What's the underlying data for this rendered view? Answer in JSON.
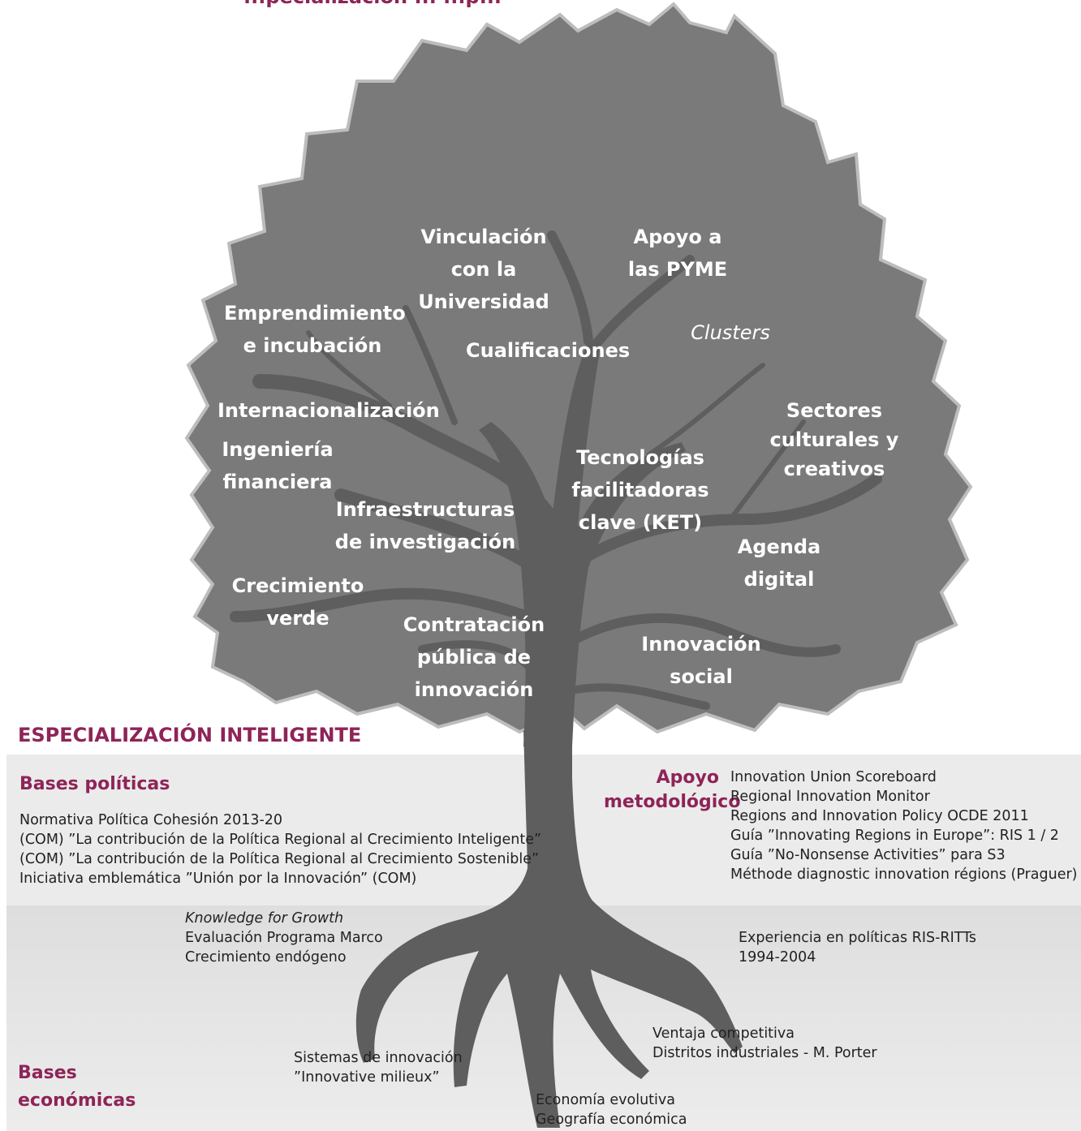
{
  "header_partial": "...pecialización ... ...p...",
  "tree_leaves": {
    "vinculacion": [
      "Vinculación",
      "con la",
      "Universidad"
    ],
    "apoyo_pyme": [
      "Apoyo a",
      "las PYME"
    ],
    "emprendimiento": [
      "Emprendimiento",
      "e incubación"
    ],
    "clusters": "Clusters",
    "cualificaciones": "Cualificaciones",
    "internacionalizacion": "Internacionalización",
    "sectores_culturales": [
      "Sectores",
      "culturales y",
      "creativos"
    ],
    "ingenieria": [
      "Ingeniería",
      "financiera"
    ],
    "tecnologias": [
      "Tecnologías",
      "facilitadoras",
      "clave (KET)"
    ],
    "infraestructuras": [
      "Infraestructuras",
      "de investigación"
    ],
    "agenda": [
      "Agenda",
      "digital"
    ],
    "crecimiento_verde": [
      "Crecimiento",
      "verde"
    ],
    "contratacion": [
      "Contratación",
      "pública de",
      "innovación"
    ],
    "innovacion_social": [
      "Innovación",
      "social"
    ]
  },
  "title": "ESPECIALIZACIÓN INTELIGENTE",
  "bases_politicas": {
    "heading": "Bases políticas",
    "items": [
      "Normativa Política Cohesión 2013-20",
      "(COM) ”La contribución de la Política Regional al Crecimiento Inteligente”",
      "(COM) ”La contribución de la Política Regional al Crecimiento Sostenible”",
      "Iniciativa emblemática ”Unión por la Innovación” (COM)"
    ]
  },
  "apoyo_metodologico": {
    "heading": [
      "Apoyo",
      "metodológico"
    ],
    "items": [
      "Innovation Union Scoreboard",
      "Regional Innovation Monitor",
      "Regions and Innovation Policy OCDE 2011",
      "Guía ”Innovating Regions in Europe”: RIS 1 / 2",
      "Guía ”No-Nonsense Activities” para S3",
      "Méthode diagnostic innovation régions (Praguer)"
    ]
  },
  "bases_economicas": {
    "heading": [
      "Bases",
      "económicas"
    ],
    "knowledge": {
      "italic": "Knowledge for Growth",
      "items": [
        "Evaluación Programa Marco",
        "Crecimiento endógeno"
      ]
    },
    "experiencia": [
      "Experiencia en políticas RIS-RITTs",
      "1994-2004"
    ],
    "ventaja": [
      "Ventaja competitiva",
      "Distritos industriales - M. Porter"
    ],
    "sistemas": [
      "Sistemas de innovación",
      "”Innovative milieux”"
    ],
    "economia": [
      "Economía evolutiva",
      "Geografía económica"
    ]
  }
}
